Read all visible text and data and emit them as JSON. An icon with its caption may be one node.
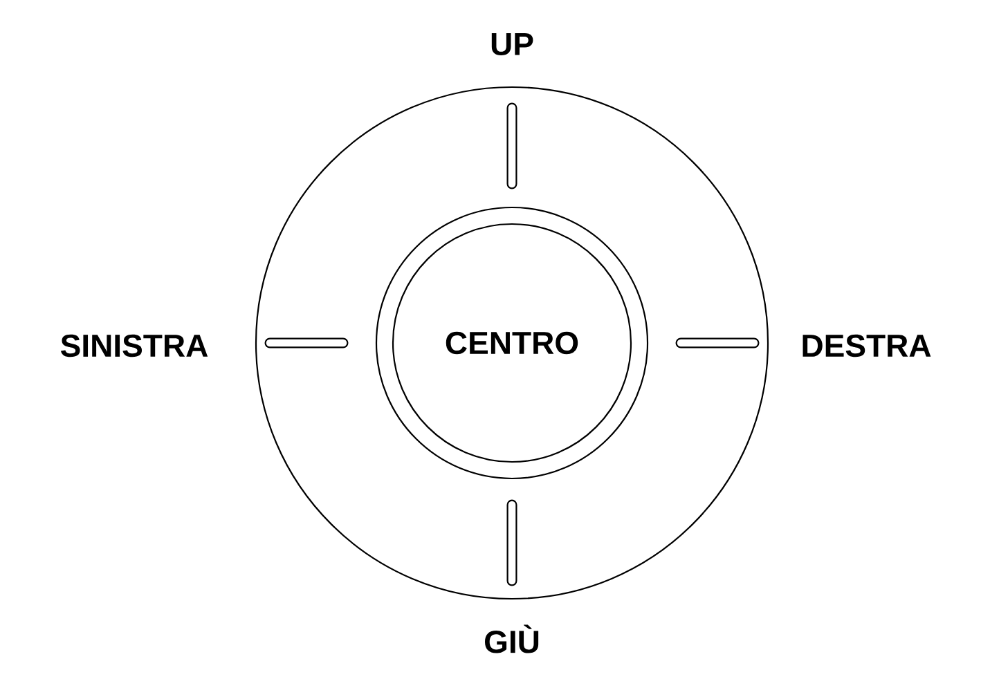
{
  "diagram": {
    "nodes": [
      {
        "text": [
          "CENTRO"
        ]
      }
    ],
    "labels": [
      "UP",
      "SINISTRA",
      "DESTRA",
      "GIÙ"
    ]
  }
}
